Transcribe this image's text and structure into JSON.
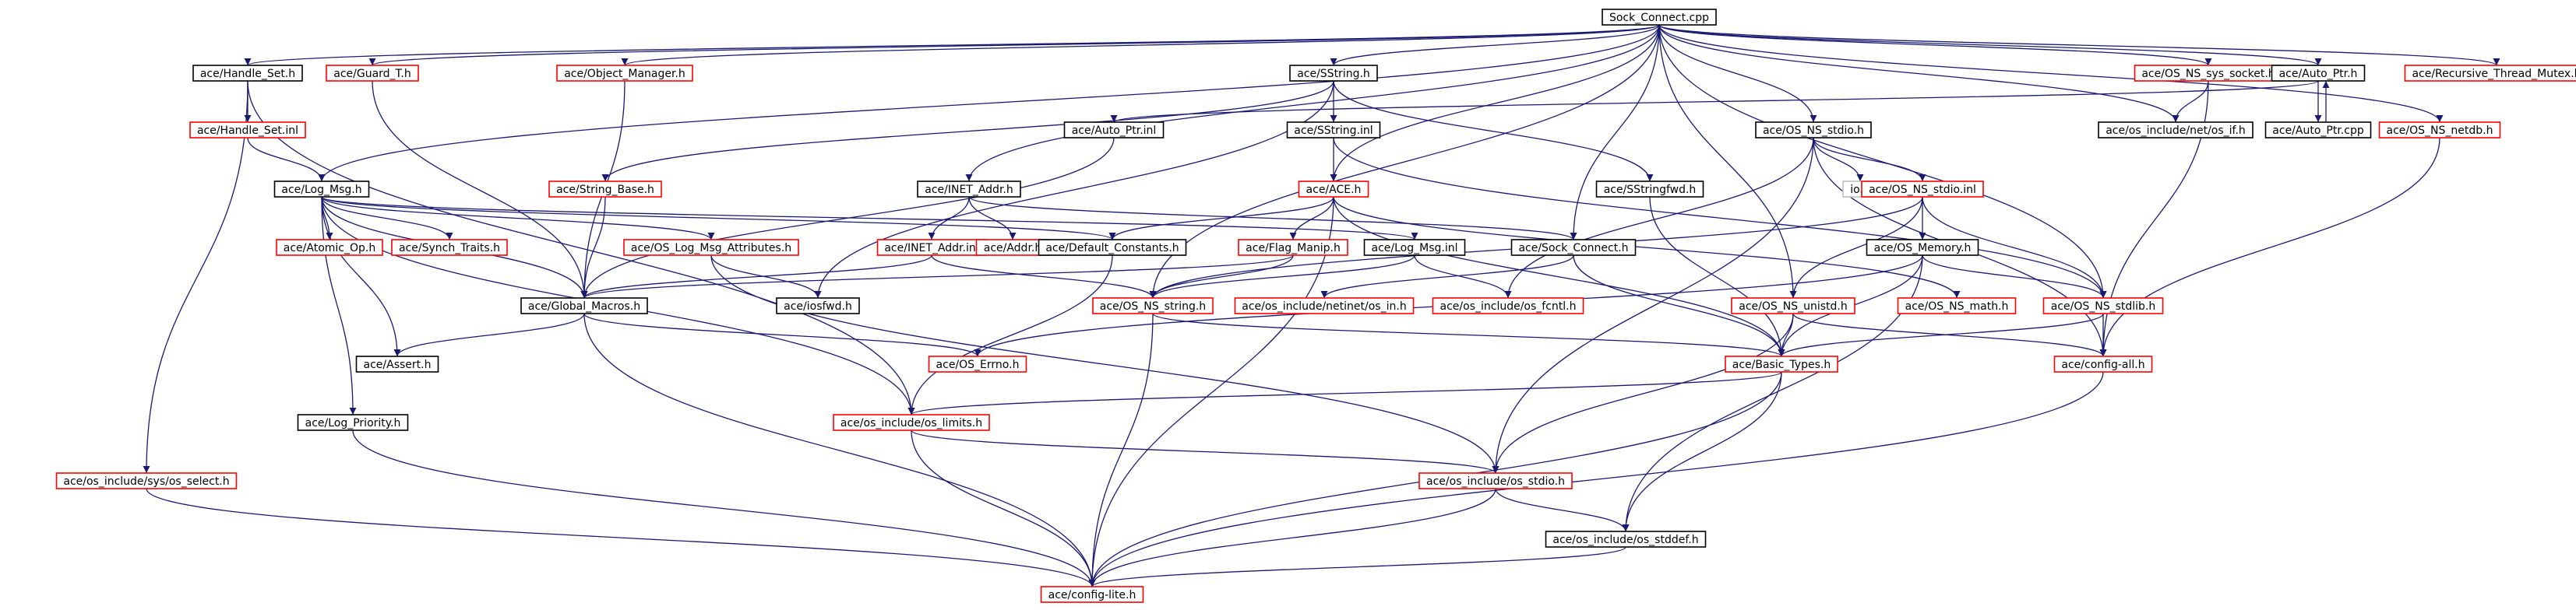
{
  "colors": {
    "edge": "#191970",
    "text": "#000000",
    "border_normal": "#000000",
    "border_missing": "#ff0000",
    "border_external": "#bfbfbf",
    "root_fill": "#bfbfbf"
  },
  "nodes": [
    {
      "id": "sock_connect_cpp",
      "label": "Sock_Connect.cpp",
      "kind": "root"
    },
    {
      "id": "handle_set_h",
      "label": "ace/Handle_Set.h",
      "kind": "normal"
    },
    {
      "id": "guard_t_h",
      "label": "ace/Guard_T.h",
      "kind": "missing"
    },
    {
      "id": "object_manager_h",
      "label": "ace/Object_Manager.h",
      "kind": "missing"
    },
    {
      "id": "sstring_h",
      "label": "ace/SString.h",
      "kind": "normal"
    },
    {
      "id": "os_ns_sys_socket_h",
      "label": "ace/OS_NS_sys_socket.h",
      "kind": "missing"
    },
    {
      "id": "auto_ptr_h",
      "label": "ace/Auto_Ptr.h",
      "kind": "normal"
    },
    {
      "id": "recursive_thread_mutex_h",
      "label": "ace/Recursive_Thread_Mutex.h",
      "kind": "missing"
    },
    {
      "id": "handle_set_inl",
      "label": "ace/Handle_Set.inl",
      "kind": "missing"
    },
    {
      "id": "auto_ptr_inl",
      "label": "ace/Auto_Ptr.inl",
      "kind": "normal"
    },
    {
      "id": "sstring_inl",
      "label": "ace/SString.inl",
      "kind": "normal"
    },
    {
      "id": "os_ns_stdio_h",
      "label": "ace/OS_NS_stdio.h",
      "kind": "normal"
    },
    {
      "id": "os_if_h",
      "label": "ace/os_include/net/os_if.h",
      "kind": "normal"
    },
    {
      "id": "auto_ptr_cpp",
      "label": "ace/Auto_Ptr.cpp",
      "kind": "normal"
    },
    {
      "id": "os_ns_netdb_h",
      "label": "ace/OS_NS_netdb.h",
      "kind": "missing"
    },
    {
      "id": "log_msg_h",
      "label": "ace/Log_Msg.h",
      "kind": "normal"
    },
    {
      "id": "string_base_h",
      "label": "ace/String_Base.h",
      "kind": "missing"
    },
    {
      "id": "inet_addr_h",
      "label": "ace/INET_Addr.h",
      "kind": "normal"
    },
    {
      "id": "ace_h",
      "label": "ace/ACE.h",
      "kind": "missing"
    },
    {
      "id": "sstringfwd_h",
      "label": "ace/SStringfwd.h",
      "kind": "normal"
    },
    {
      "id": "io_h",
      "label": "io.h",
      "kind": "external"
    },
    {
      "id": "os_ns_stdio_inl",
      "label": "ace/OS_NS_stdio.inl",
      "kind": "missing"
    },
    {
      "id": "atomic_op_h",
      "label": "ace/Atomic_Op.h",
      "kind": "missing"
    },
    {
      "id": "synch_traits_h",
      "label": "ace/Synch_Traits.h",
      "kind": "missing"
    },
    {
      "id": "os_log_msg_attributes_h",
      "label": "ace/OS_Log_Msg_Attributes.h",
      "kind": "missing"
    },
    {
      "id": "inet_addr_inl",
      "label": "ace/INET_Addr.inl",
      "kind": "missing"
    },
    {
      "id": "addr_h",
      "label": "ace/Addr.h",
      "kind": "missing"
    },
    {
      "id": "default_constants_h",
      "label": "ace/Default_Constants.h",
      "kind": "normal"
    },
    {
      "id": "flag_manip_h",
      "label": "ace/Flag_Manip.h",
      "kind": "missing"
    },
    {
      "id": "log_msg_inl",
      "label": "ace/Log_Msg.inl",
      "kind": "normal"
    },
    {
      "id": "sock_connect_h",
      "label": "ace/Sock_Connect.h",
      "kind": "normal"
    },
    {
      "id": "os_memory_h",
      "label": "ace/OS_Memory.h",
      "kind": "normal"
    },
    {
      "id": "global_macros_h",
      "label": "ace/Global_Macros.h",
      "kind": "normal"
    },
    {
      "id": "iosfwd_h",
      "label": "ace/iosfwd.h",
      "kind": "normal"
    },
    {
      "id": "os_ns_string_h",
      "label": "ace/OS_NS_string.h",
      "kind": "missing"
    },
    {
      "id": "os_in_h",
      "label": "ace/os_include/netinet/os_in.h",
      "kind": "missing"
    },
    {
      "id": "os_fcntl_h",
      "label": "ace/os_include/os_fcntl.h",
      "kind": "missing"
    },
    {
      "id": "os_ns_unistd_h",
      "label": "ace/OS_NS_unistd.h",
      "kind": "missing"
    },
    {
      "id": "os_ns_math_h",
      "label": "ace/OS_NS_math.h",
      "kind": "missing"
    },
    {
      "id": "os_ns_stdlib_h",
      "label": "ace/OS_NS_stdlib.h",
      "kind": "missing"
    },
    {
      "id": "assert_h",
      "label": "ace/Assert.h",
      "kind": "normal"
    },
    {
      "id": "os_errno_h",
      "label": "ace/OS_Errno.h",
      "kind": "missing"
    },
    {
      "id": "basic_types_h",
      "label": "ace/Basic_Types.h",
      "kind": "missing"
    },
    {
      "id": "config_all_h",
      "label": "ace/config-all.h",
      "kind": "missing"
    },
    {
      "id": "log_priority_h",
      "label": "ace/Log_Priority.h",
      "kind": "normal"
    },
    {
      "id": "os_limits_h",
      "label": "ace/os_include/os_limits.h",
      "kind": "missing"
    },
    {
      "id": "os_select_h",
      "label": "ace/os_include/sys/os_select.h",
      "kind": "missing"
    },
    {
      "id": "os_stdio_h",
      "label": "ace/os_include/os_stdio.h",
      "kind": "missing"
    },
    {
      "id": "os_stddef_h",
      "label": "ace/os_include/os_stddef.h",
      "kind": "normal"
    },
    {
      "id": "config_lite_h",
      "label": "ace/config-lite.h",
      "kind": "missing"
    }
  ],
  "edges": [
    [
      "sock_connect_cpp",
      "handle_set_h"
    ],
    [
      "sock_connect_cpp",
      "guard_t_h"
    ],
    [
      "sock_connect_cpp",
      "object_manager_h"
    ],
    [
      "sock_connect_cpp",
      "sstring_h"
    ],
    [
      "sock_connect_cpp",
      "os_ns_sys_socket_h"
    ],
    [
      "sock_connect_cpp",
      "auto_ptr_h"
    ],
    [
      "sock_connect_cpp",
      "recursive_thread_mutex_h"
    ],
    [
      "sock_connect_cpp",
      "log_msg_h"
    ],
    [
      "sock_connect_cpp",
      "inet_addr_h"
    ],
    [
      "sock_connect_cpp",
      "ace_h"
    ],
    [
      "sock_connect_cpp",
      "os_ns_stdio_h"
    ],
    [
      "sock_connect_cpp",
      "sock_connect_h"
    ],
    [
      "sock_connect_cpp",
      "os_ns_string_h"
    ],
    [
      "sock_connect_cpp",
      "os_ns_unistd_h"
    ],
    [
      "sock_connect_cpp",
      "os_ns_stdlib_h"
    ],
    [
      "sock_connect_cpp",
      "os_ns_netdb_h"
    ],
    [
      "sock_connect_cpp",
      "os_if_h"
    ],
    [
      "handle_set_h",
      "handle_set_inl"
    ],
    [
      "handle_set_h",
      "os_limits_h"
    ],
    [
      "handle_set_h",
      "os_select_h"
    ],
    [
      "guard_t_h",
      "global_macros_h"
    ],
    [
      "object_manager_h",
      "global_macros_h"
    ],
    [
      "sstring_h",
      "sstring_inl"
    ],
    [
      "sstring_h",
      "string_base_h"
    ],
    [
      "sstring_h",
      "sstringfwd_h"
    ],
    [
      "sstring_h",
      "iosfwd_h"
    ],
    [
      "os_ns_sys_socket_h",
      "os_if_h"
    ],
    [
      "os_ns_sys_socket_h",
      "config_all_h"
    ],
    [
      "auto_ptr_h",
      "auto_ptr_inl"
    ],
    [
      "auto_ptr_h",
      "auto_ptr_cpp"
    ],
    [
      "auto_ptr_cpp",
      "auto_ptr_h"
    ],
    [
      "handle_set_inl",
      "log_msg_h"
    ],
    [
      "auto_ptr_inl",
      "global_macros_h"
    ],
    [
      "sstring_inl",
      "ace_h"
    ],
    [
      "sstring_inl",
      "os_ns_stdlib_h"
    ],
    [
      "os_ns_stdio_h",
      "io_h"
    ],
    [
      "os_ns_stdio_h",
      "os_ns_stdio_inl"
    ],
    [
      "os_ns_stdio_h",
      "os_stdio_h"
    ],
    [
      "os_ns_stdio_h",
      "config_all_h"
    ],
    [
      "os_ns_stdio_h",
      "os_fcntl_h"
    ],
    [
      "os_ns_netdb_h",
      "config_all_h"
    ],
    [
      "log_msg_h",
      "atomic_op_h"
    ],
    [
      "log_msg_h",
      "synch_traits_h"
    ],
    [
      "log_msg_h",
      "os_log_msg_attributes_h"
    ],
    [
      "log_msg_h",
      "log_msg_inl"
    ],
    [
      "log_msg_h",
      "global_macros_h"
    ],
    [
      "log_msg_h",
      "assert_h"
    ],
    [
      "log_msg_h",
      "log_priority_h"
    ],
    [
      "log_msg_h",
      "os_limits_h"
    ],
    [
      "log_msg_h",
      "default_constants_h"
    ],
    [
      "string_base_h",
      "global_macros_h"
    ],
    [
      "inet_addr_h",
      "inet_addr_inl"
    ],
    [
      "inet_addr_h",
      "addr_h"
    ],
    [
      "inet_addr_h",
      "sock_connect_h"
    ],
    [
      "ace_h",
      "default_constants_h"
    ],
    [
      "ace_h",
      "flag_manip_h"
    ],
    [
      "ace_h",
      "os_ns_math_h"
    ],
    [
      "ace_h",
      "config_lite_h"
    ],
    [
      "ace_h",
      "basic_types_h"
    ],
    [
      "sstringfwd_h",
      "basic_types_h"
    ],
    [
      "os_ns_stdio_inl",
      "os_memory_h"
    ],
    [
      "os_ns_stdio_inl",
      "os_ns_unistd_h"
    ],
    [
      "os_ns_stdio_inl",
      "os_ns_stdlib_h"
    ],
    [
      "os_ns_stdio_inl",
      "os_ns_string_h"
    ],
    [
      "os_log_msg_attributes_h",
      "iosfwd_h"
    ],
    [
      "os_log_msg_attributes_h",
      "os_stdio_h"
    ],
    [
      "inet_addr_inl",
      "global_macros_h"
    ],
    [
      "inet_addr_inl",
      "os_ns_string_h"
    ],
    [
      "default_constants_h",
      "os_limits_h"
    ],
    [
      "flag_manip_h",
      "global_macros_h"
    ],
    [
      "flag_manip_h",
      "os_ns_string_h"
    ],
    [
      "log_msg_inl",
      "os_ns_string_h"
    ],
    [
      "log_msg_inl",
      "os_fcntl_h"
    ],
    [
      "sock_connect_h",
      "os_in_h"
    ],
    [
      "sock_connect_h",
      "basic_types_h"
    ],
    [
      "os_memory_h",
      "os_errno_h"
    ],
    [
      "os_memory_h",
      "basic_types_h"
    ],
    [
      "os_memory_h",
      "os_ns_stdlib_h"
    ],
    [
      "os_memory_h",
      "os_stddef_h"
    ],
    [
      "global_macros_h",
      "os_errno_h"
    ],
    [
      "global_macros_h",
      "assert_h"
    ],
    [
      "global_macros_h",
      "config_lite_h"
    ],
    [
      "os_ns_string_h",
      "basic_types_h"
    ],
    [
      "os_ns_string_h",
      "config_lite_h"
    ],
    [
      "os_ns_unistd_h",
      "basic_types_h"
    ],
    [
      "os_ns_unistd_h",
      "config_all_h"
    ],
    [
      "os_ns_unistd_h",
      "os_stdio_h"
    ],
    [
      "os_ns_stdlib_h",
      "basic_types_h"
    ],
    [
      "os_ns_stdlib_h",
      "config_all_h"
    ],
    [
      "basic_types_h",
      "os_limits_h"
    ],
    [
      "basic_types_h",
      "os_stddef_h"
    ],
    [
      "basic_types_h",
      "config_lite_h"
    ],
    [
      "config_all_h",
      "config_lite_h"
    ],
    [
      "log_priority_h",
      "config_lite_h"
    ],
    [
      "os_limits_h",
      "os_stdio_h"
    ],
    [
      "os_limits_h",
      "config_lite_h"
    ],
    [
      "os_select_h",
      "config_lite_h"
    ],
    [
      "os_stdio_h",
      "os_stddef_h"
    ],
    [
      "os_stdio_h",
      "config_lite_h"
    ],
    [
      "os_stddef_h",
      "config_lite_h"
    ]
  ]
}
